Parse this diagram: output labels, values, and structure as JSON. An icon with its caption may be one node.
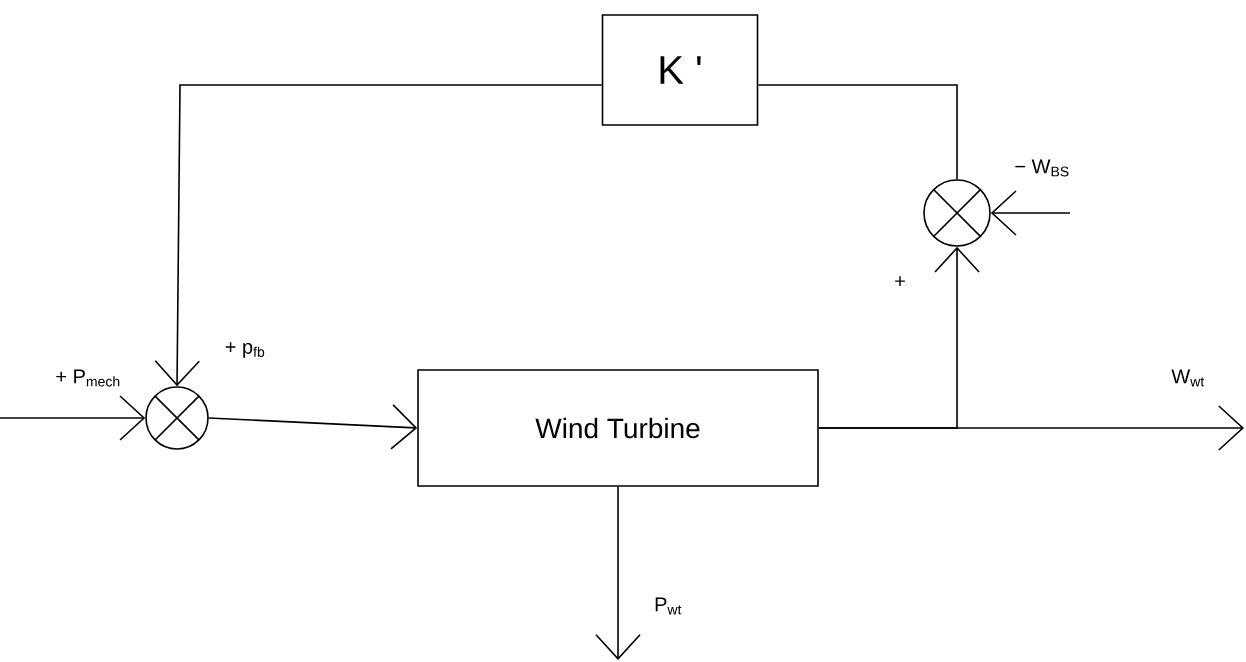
{
  "diagram": {
    "nodes": [
      {
        "text": [],
        "shape": "circle"
      },
      {
        "text": [
          "Wind Turbine"
        ]
      },
      {
        "text": [
          "K '"
        ]
      },
      {
        "text": [],
        "shape": "circle"
      }
    ],
    "edges": [
      {
        "from": null,
        "to": 0,
        "arrow": "to",
        "label": "+ P$_{mech}$"
      },
      {
        "from": 2,
        "to": 0,
        "arrow": "to",
        "label": "+ p$_{fb}$"
      },
      {
        "from": 3,
        "to": 2,
        "arrow": "none"
      },
      {
        "from": 0,
        "to": 1,
        "arrow": "to"
      },
      {
        "from": 1,
        "to": 3,
        "arrow": "to",
        "label": "+"
      },
      {
        "from": 1,
        "to": null,
        "arrow": "to",
        "label": "W$_{wt}$"
      },
      {
        "from": 1,
        "to": null,
        "arrow": "to",
        "label": "P$_{wt}$"
      },
      {
        "from": null,
        "to": 3,
        "arrow": "to",
        "label": "− W$_{BS}$"
      }
    ]
  }
}
